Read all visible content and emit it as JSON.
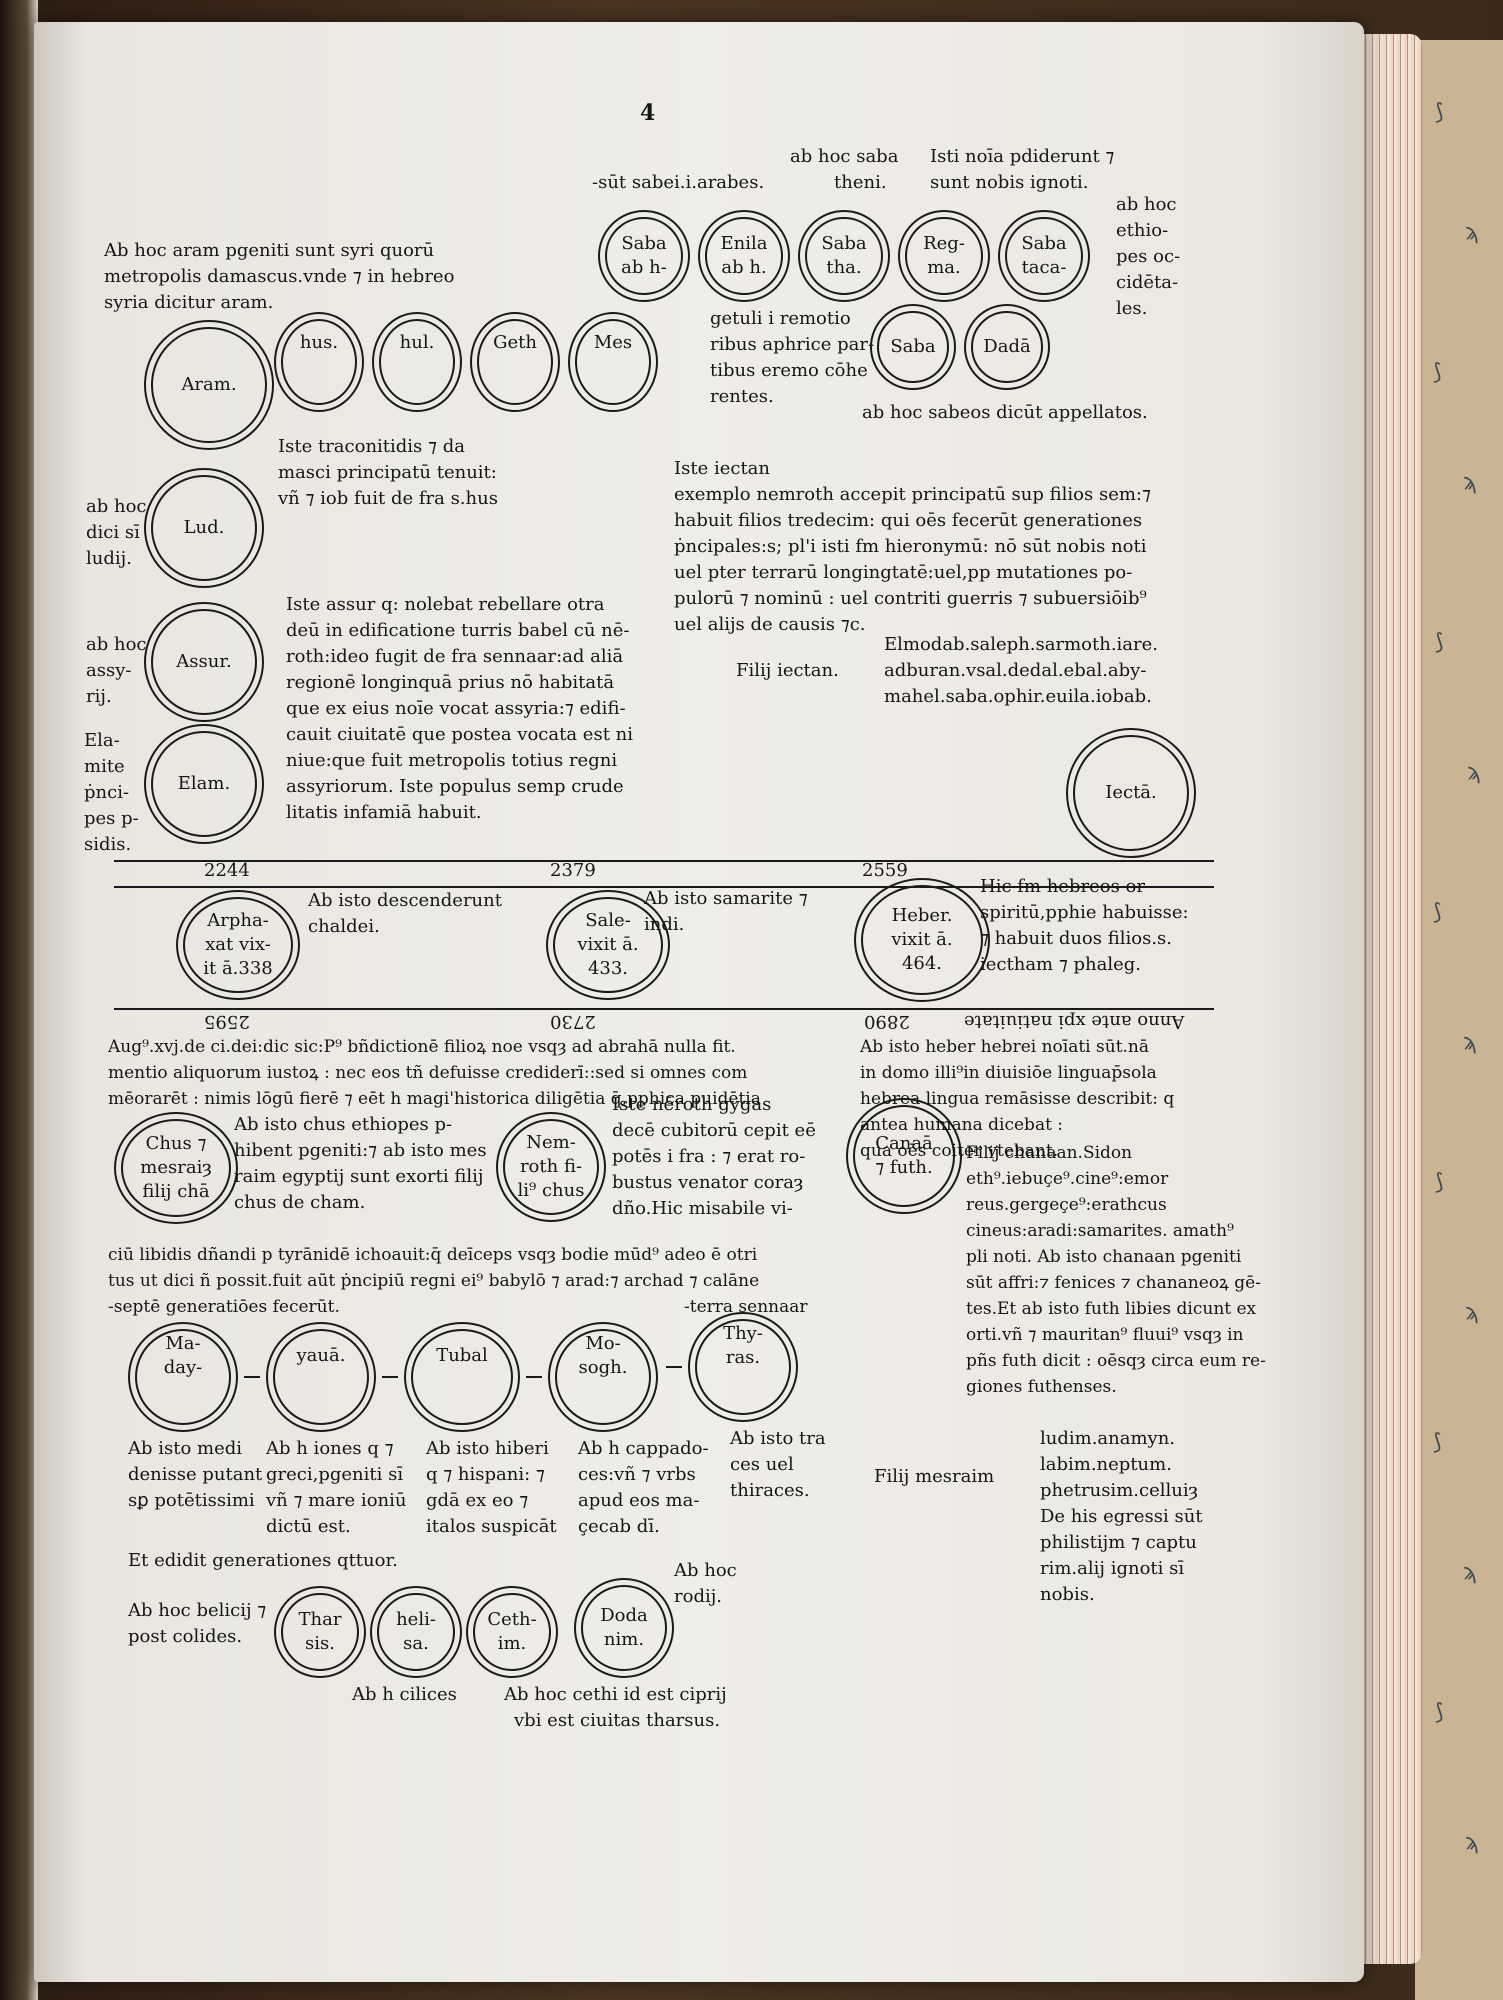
{
  "page_number": "4",
  "header": {
    "ab_hoc_saba": "ab hoc saba",
    "sunt_sabei": "-sūt sabei.i.arabes.",
    "theni": "theni.",
    "isti_nomina": "Isti noīa pdiderunt ⁊\nsunt nobis ignoti.",
    "ab_hoc_ethiopes": "ab hoc\nethio-\npes oc-\ncidēta-\nles."
  },
  "aram_note": "Ab hoc aram pgeniti sunt syri quorū\nmetropolis damascus.vnde ⁊ in hebreo\nsyria dicitur aram.",
  "getuli_note": "getuli i remotio\nribus aphrice par-\ntibus eremo cōhe\nrentes.",
  "sabeos_note": "ab hoc sabeos dicūt appellatos.",
  "iste_traconitidis": "Iste traconitidis ⁊ da\nmasci principatū tenuit:\nvñ ⁊ iob fuit de fra s.hus",
  "iste_iectan": "Iste iectan\nexemplo nemroth accepit principatū sup filios sem:⁊\nhabuit filios tredecim: qui oēs fecerūt generationes\nṗncipales:s; pl'i isti fm hieronymū: nō sūt nobis noti\nuel pter terrarū longingtatē:uel,pp mutationes po-\npulorū ⁊ nominū : uel contriti guerris ⁊ subuersiōib⁹\nuel alijs de causis ⁊c.",
  "ab_hoc_dici_ludij": "ab hoc\ndici sī\nludij.",
  "ab_hoc_assyrij": "ab hoc\nassy-\nrij.",
  "elamite_note": "Ela-\nmite\nṗnci-\npes p-\nsidis.",
  "iste_assur": "Iste assur q: nolebat rebellare otra\ndeū in edificatione turris babel cū nē-\nroth:ideo fugit de fra sennaar:ad aliā\nregionē longinquā prius nō habitatā\nque ex eius noīe vocat assyria:⁊ edifi-\ncauit ciuitatē que postea vocata est ni\nniue:que fuit metropolis totius regni\nassyriorum. Iste populus semp crude\nlitatis infamiā habuit.",
  "iectan_sons": "Elmodab.saleph.sarmoth.iare.\nadburan.vsal.dedal.ebal.aby-\nmahel.saba.ophir.euila.iobab.",
  "filij_iectan": "Filij iectan.",
  "years_top": [
    "2244",
    "2379",
    "2559"
  ],
  "years_bottom": [
    "2595",
    "2730",
    "2890"
  ],
  "ab_isto_chaldei": "Ab isto descenderunt\nchaldei.",
  "ab_isto_samarite": "Ab isto samarite ⁊\nindi.",
  "hic_hebreos": "Hic fm hebreos or\nspiritū,pphie habuisse:\n⁊ habuit duos filios.s.\niectham ⁊ phaleg.",
  "anno_ante": "Anno ante xpi natiuitate",
  "augustinus": "Aug⁹.xvj.de ci.dei:dic sic:P⁹ bñdictionē filioꝝ noe vsqȝ ad abrahā nulla fit.\nmentio aliquorum iustoꝝ : nec eos tñ defuisse crediderī::sed si omnes com\nmēorarēt : nimis lōgū fierē ⁊ eēt h magi'historica diligētia q̄,pphica puidētia",
  "ab_isto_heber": "Ab isto heber hebrei noīati sūt.nā\nin domo illi⁹in diuisiōe linguap̄sola\nhebrea lingua remāsisse describit: q\nantea humana dicebat :\nqua oēs coiter vtebant.",
  "ab_isto_chus": "Ab isto chus ethiopes p-\nhibent pgeniti:⁊ ab isto mes\nraim egyptij sunt exorti filij\nchus de cham.",
  "iste_neroth": "Iste nēroth gygas\ndecē cubitorū cepit eē\npotēs i fra : ⁊ erat ro-\nbustus venator coraȝ\ndño.Hic misabile vi-",
  "vicium": "ciū libidis dñandi p tyrānidē ichoauit:q̄ deīceps vsqȝ bodie mūd⁹ adeo ē otri\ntus ut dici ñ possit.fuit aūt ṗncipiū regni ei⁹ babylō ⁊ arad:⁊ archad ⁊ calāne\n-septē generatiōes fecerūt.",
  "terra_sennaar": "-terra sennaar",
  "filij_chanaan": "Filij chanaan.Sidon\neth⁹.iebuçe⁹.cine⁹:emor\nreus.gergeçe⁹:erathcus\ncineus:aradi:samarites. amath⁹\npli noti. Ab isto chanaan pgeniti\nsūt affri:⁊ fenices ⁊ chananeoꝝ gē-\ntes.Et ab isto futh libies dicunt ex\norti.vñ ⁊ mauritan⁹ fluui⁹ vsqȝ in\npñs futh dicit : oēsqȝ circa eum re-\ngiones futhenses.",
  "japheth_notes": [
    "Ab isto medi\ndenisse putant\nsꝑ potētissimi",
    "Ab h iones q ⁊\ngreci,pgeniti sī\nvñ ⁊ mare ioniū\ndictū est.",
    "Ab isto hiberi\nq ⁊ hispani: ⁊\ngdā ex eo ⁊\nitalos suspicāt",
    "Ab h cappado-\nces:vñ ⁊ vrbs\napud eos ma-\nçecab dī.",
    "Ab isto tra\nces uel\nthiraces."
  ],
  "et_edidit": "Et edidit generationes qttuor.",
  "ab_hoc_belicij": "Ab hoc belicij ⁊\npost colides.",
  "ab_hoc_rodij": "Ab hoc\nrodij.",
  "ab_h_cilices": "Ab h cilices",
  "ab_hoc_cethi": "Ab hoc cethi id est ciprij",
  "vbi_est": "vbi est ciuitas tharsus.",
  "filij_mesraim": "Filij mesraim",
  "mesraim_sons": "ludim.anamyn.\nlabim.neptum.\nphetrusim.celluiȝ\nDe his egressi sūt\nphilistijm ⁊ captu\nrim.alij ignoti sī\nnobis.",
  "circles": {
    "saba_ab_h": "Saba\nab h-",
    "enila": "Enila\nab h.",
    "sabatha": "Saba\ntha.",
    "regma": "Reg-\nma.",
    "sabataca": "Saba\ntaca-",
    "saba": "Saba",
    "dadan": "Dadā",
    "aram": "Aram.",
    "hus": "hus.",
    "hul": "hul.",
    "gether": "Geth",
    "mes": "Mes",
    "lud": "Lud.",
    "assur": "Assur.",
    "elam": "Elam.",
    "iectan": "Iectā.",
    "arphaxat": "Arpha-\nxat vix-\nit ā.338",
    "sale": "Sale-\nvixit ā.\n433.",
    "heber": "Heber.\nvixit ā.\n464.",
    "chus": "Chus ⁊\nmesraiȝ\nfilij chā",
    "nemroth": "Nem-\nroth fi-\nli⁹ chus",
    "canaan": "Canaā\n⁊ futh.",
    "maday": "Ma-\nday-",
    "iauan": "yauā.",
    "tubal": "Tubal",
    "mosoch": "Mo-\nsogh.",
    "thyras": "Thy-\nras.",
    "tharsis": "Thar\nsis.",
    "elisa": "heli-\nsa.",
    "cethim": "Ceth-\nim.",
    "dodanim": "Doda\nnim."
  }
}
